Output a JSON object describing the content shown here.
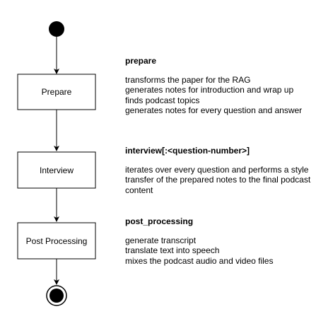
{
  "nodes": {
    "prepare": "Prepare",
    "interview": "Interview",
    "post_processing": "Post Processing"
  },
  "descriptions": {
    "prepare": {
      "heading": "prepare",
      "lines": [
        "transforms the paper for the RAG",
        "generates notes for introduction and wrap up",
        "finds podcast topics",
        "generates notes for every question and answer"
      ]
    },
    "interview": {
      "heading": "interview[:<question-number>]",
      "lines": [
        "iterates over every question and performs a style",
        "transfer of the prepared notes to the final podcast",
        "content"
      ]
    },
    "post_processing": {
      "heading": "post_processing",
      "lines": [
        "generate transcript",
        "translate text into speech",
        "mixes the podcast audio and video files"
      ]
    }
  }
}
